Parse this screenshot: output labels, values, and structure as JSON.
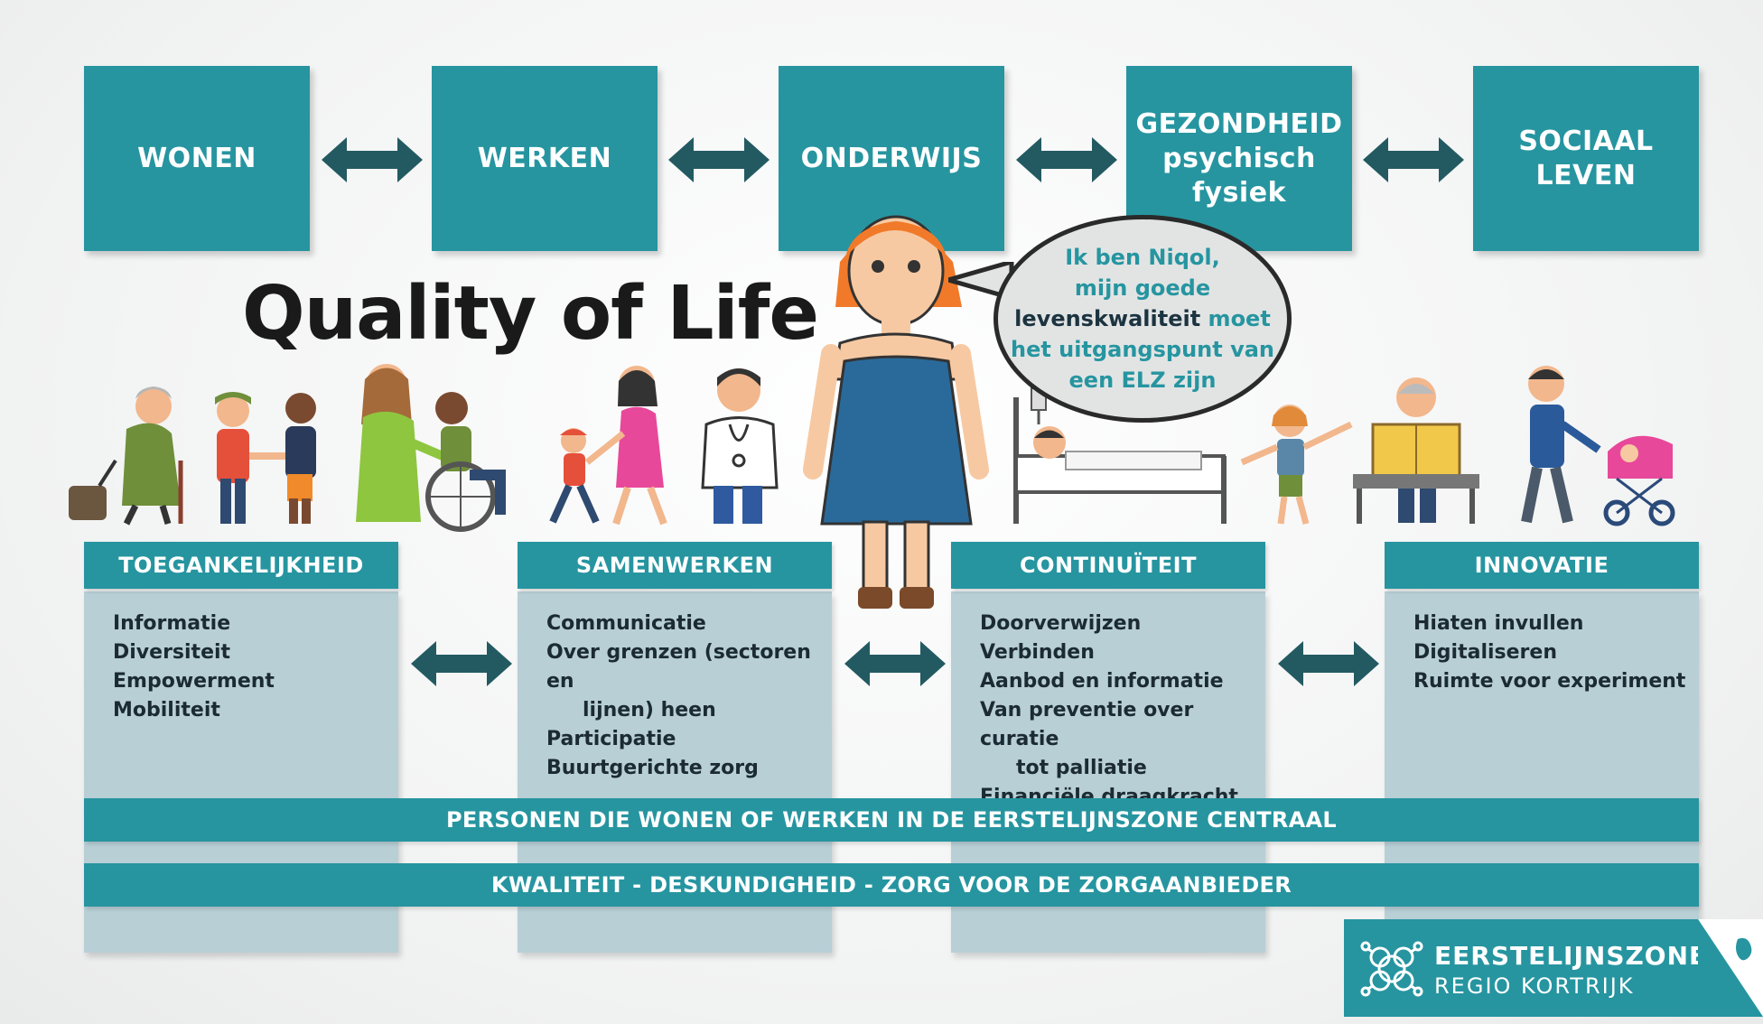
{
  "domains": {
    "wonen": "WONEN",
    "werken": "WERKEN",
    "onderwijs": "ONDERWIJS",
    "gezondheid": "GEZONDHEID\npsychisch\nfysiek",
    "sociaal": "SOCIAAL\nLEVEN"
  },
  "title": "Quality of Life",
  "bubble": {
    "line1": "Ik ben Niqol,",
    "line2": "mijn goede",
    "strong": "levenskwaliteit",
    "line3_rest": " moet",
    "line4": "het uitgangspunt van",
    "line5": "een ELZ zijn"
  },
  "columns": {
    "toegankelijkheid": {
      "header": "TOEGANKELIJKHEID",
      "items": [
        "Informatie",
        "Diversiteit",
        "Empowerment",
        "Mobiliteit"
      ]
    },
    "samenwerken": {
      "header": "SAMENWERKEN",
      "items": [
        "Communicatie",
        "Over grenzen (sectoren en",
        "lijnen) heen",
        "Participatie",
        "Buurtgerichte zorg"
      ]
    },
    "continuiteit": {
      "header": "CONTINUÏTEIT",
      "items": [
        "Doorverwijzen",
        "Verbinden",
        "Aanbod en informatie",
        "Van preventie over curatie",
        "tot palliatie",
        "Financiële draagkracht"
      ]
    },
    "innovatie": {
      "header": "INNOVATIE",
      "items": [
        "Hiaten invullen",
        "Digitaliseren",
        "Ruimte voor experiment"
      ]
    }
  },
  "bands": {
    "personen": "PERSONEN DIE WONEN OF WERKEN IN DE EERSTELIJNSZONE CENTRAAL",
    "kwaliteit": "KWALITEIT - DESKUNDIGHEID - ZORG VOOR DE ZORGAANBIEDER"
  },
  "logo": {
    "line1": "EERSTELIJNSZONE",
    "line2": "REGIO KORTRIJK"
  },
  "colors": {
    "teal": "#2695a0",
    "light_blue": "#b8cfd6",
    "arrow": "#235a62"
  }
}
